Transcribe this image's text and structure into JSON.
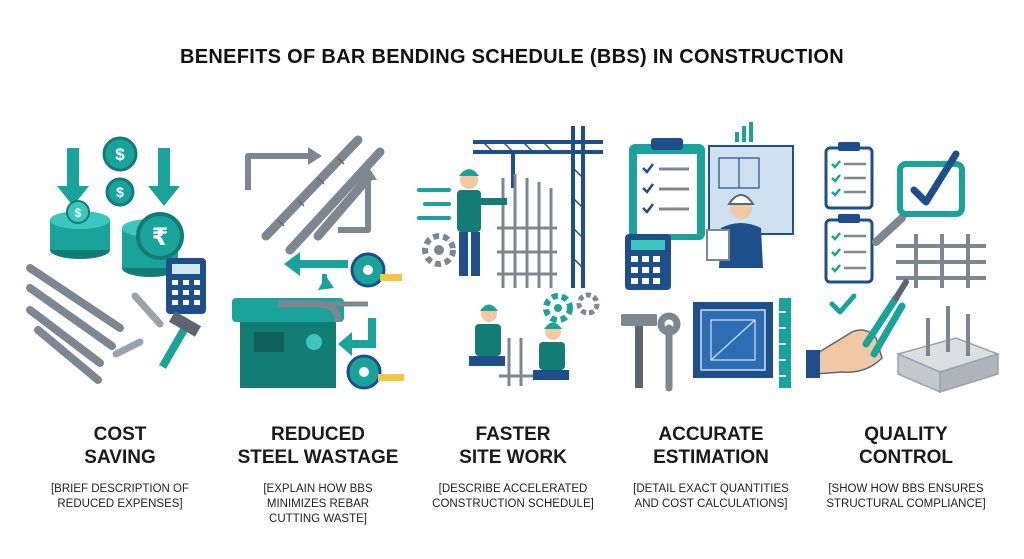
{
  "title": "BENEFITS OF BAR BENDING SCHEDULE (BBS) IN CONSTRUCTION",
  "benefits": [
    {
      "heading": [
        "COST",
        "SAVING"
      ],
      "description": [
        "[BRIEF DESCRIPTION OF",
        "REDUCED EXPENSES]"
      ],
      "symbols": [
        "$",
        "$",
        "$",
        "₹"
      ]
    },
    {
      "heading": [
        "REDUCED",
        "STEEL WASTAGE"
      ],
      "description": [
        "[EXPLAIN HOW BBS",
        "MINIMIZES REBAR",
        "CUTTING WASTE]"
      ]
    },
    {
      "heading": [
        "FASTER",
        "SITE WORK"
      ],
      "description": [
        "[DESCRIBE ACCELERATED",
        "CONSTRUCTION SCHEDULE]"
      ]
    },
    {
      "heading": [
        "ACCURATE",
        "ESTIMATION"
      ],
      "description": [
        "[DETAIL EXACT QUANTITIES",
        "AND COST CALCULATIONS]"
      ]
    },
    {
      "heading": [
        "QUALITY",
        "CONTROL"
      ],
      "description": [
        "[SHOW HOW BBS ENSURES",
        "STRUCTURAL COMPLIANCE]"
      ]
    }
  ],
  "colors": {
    "teal": "#1aa39a",
    "navy": "#1e4f8a",
    "steel": "#7d8791",
    "dark": "#1a1a1a"
  }
}
